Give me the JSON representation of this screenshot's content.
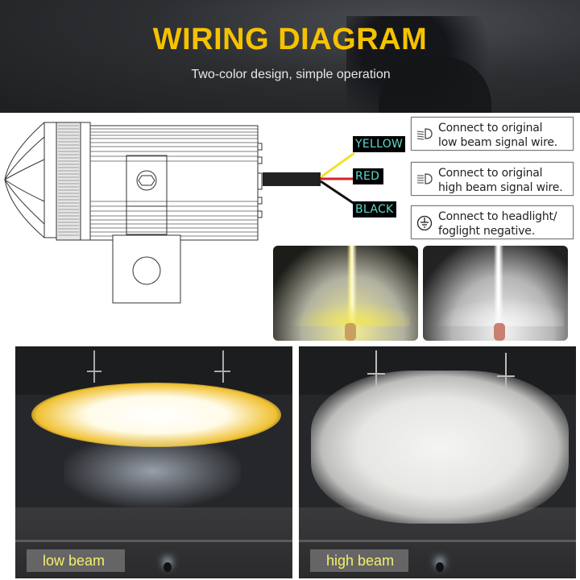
{
  "header": {
    "title": "WIRING DIAGRAM",
    "subtitle": "Two-color design, simple operation",
    "title_color": "#f6c200"
  },
  "wires": [
    {
      "label": "YELLOW",
      "color": "#f2e22a"
    },
    {
      "label": "RED",
      "color": "#d8202a"
    },
    {
      "label": "BLACK",
      "color": "#111111"
    }
  ],
  "connections": [
    {
      "icon": "low-beam-icon",
      "line1": "Connect to original",
      "line2": "low beam signal wire."
    },
    {
      "icon": "high-beam-icon",
      "line1": "Connect to original",
      "line2": "high beam signal wire."
    },
    {
      "icon": "ground-icon",
      "line1": "Connect to headlight/",
      "line2": "foglight negative."
    }
  ],
  "beam_photos": [
    {
      "name": "yellow-beam-photo",
      "color": "#e8e23a"
    },
    {
      "name": "white-beam-photo",
      "color": "#f2f2f2"
    }
  ],
  "wall_photos": [
    {
      "caption": "low beam",
      "glow": "#f0c030"
    },
    {
      "caption": "high beam",
      "glow": "#e8e8e8"
    }
  ]
}
